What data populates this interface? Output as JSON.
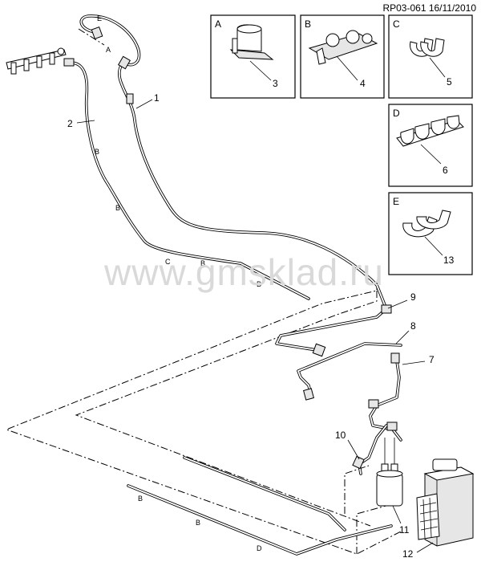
{
  "ref_code": "RP03-061 16/11/2010",
  "watermark": "www.gmsklad.ru",
  "detail_boxes": [
    {
      "letter": "A",
      "number": "3"
    },
    {
      "letter": "B",
      "number": "4"
    },
    {
      "letter": "C",
      "number": "5"
    },
    {
      "letter": "D",
      "number": "6"
    },
    {
      "letter": "E",
      "number": "13"
    }
  ],
  "callouts": [
    "1",
    "2",
    "7",
    "8",
    "9",
    "10",
    "11",
    "12"
  ],
  "zone_labels": [
    "E",
    "A",
    "B",
    "B",
    "C",
    "B",
    "B",
    "B",
    "B",
    "D"
  ]
}
